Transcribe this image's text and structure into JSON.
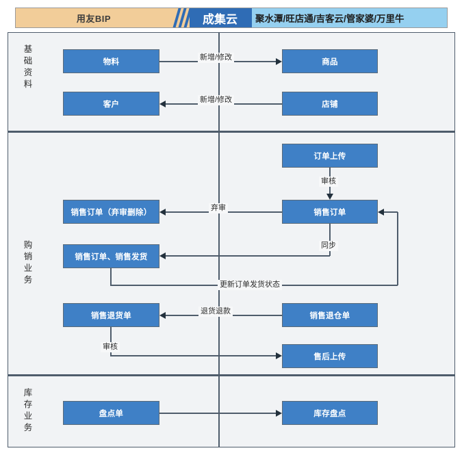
{
  "header": {
    "left_label": "用友BIP",
    "logo_text": "成集云",
    "logo_icon": "three-slash-bars-icon",
    "right_label": "聚水潭/旺店通/吉客云/管家婆/万里牛"
  },
  "colors": {
    "node_fill": "#3f80c6",
    "node_border": "#5a6a78",
    "header_left_bg": "#f2cd99",
    "header_logo_bg": "#2f6cb5",
    "header_right_bg": "#95d0f0",
    "frame_border": "#4e5c6b",
    "canvas_bg": "#f1f3f5",
    "line": "#4e5c6b"
  },
  "lanes": [
    {
      "id": "basic-data",
      "label": "基础资料"
    },
    {
      "id": "sales-business",
      "label": "购销业务"
    },
    {
      "id": "inventory-business",
      "label": "库存业务"
    }
  ],
  "nodes": [
    {
      "id": "material",
      "label": "物料",
      "lane": "basic-data",
      "side": "left"
    },
    {
      "id": "product",
      "label": "商品",
      "lane": "basic-data",
      "side": "right"
    },
    {
      "id": "customer",
      "label": "客户",
      "lane": "basic-data",
      "side": "left"
    },
    {
      "id": "shop",
      "label": "店铺",
      "lane": "basic-data",
      "side": "right"
    },
    {
      "id": "order-upload",
      "label": "订单上传",
      "lane": "sales-business",
      "side": "right"
    },
    {
      "id": "sales-order-void",
      "label": "销售订单（弃审删除）",
      "lane": "sales-business",
      "side": "left"
    },
    {
      "id": "sales-order",
      "label": "销售订单",
      "lane": "sales-business",
      "side": "right"
    },
    {
      "id": "order-delivery",
      "label": "销售订单、销售发货",
      "lane": "sales-business",
      "side": "left"
    },
    {
      "id": "sales-return",
      "label": "销售退货单",
      "lane": "sales-business",
      "side": "left"
    },
    {
      "id": "sales-return-wh",
      "label": "销售退仓单",
      "lane": "sales-business",
      "side": "right"
    },
    {
      "id": "aftersale-upload",
      "label": "售后上传",
      "lane": "sales-business",
      "side": "right"
    },
    {
      "id": "stocktake-doc",
      "label": "盘点单",
      "lane": "inventory-business",
      "side": "left"
    },
    {
      "id": "inventory-count",
      "label": "库存盘点",
      "lane": "inventory-business",
      "side": "right"
    }
  ],
  "edges": [
    {
      "id": "e1",
      "from": "material",
      "to": "product",
      "label": "新增/修改",
      "direction": "right"
    },
    {
      "id": "e2",
      "from": "shop",
      "to": "customer",
      "label": "新增/修改",
      "direction": "left"
    },
    {
      "id": "e3",
      "from": "order-upload",
      "to": "sales-order",
      "label": "审核",
      "direction": "down"
    },
    {
      "id": "e4",
      "from": "sales-order",
      "to": "sales-order-void",
      "label": "弃审",
      "direction": "left"
    },
    {
      "id": "e5",
      "from": "sales-order",
      "to": "order-delivery",
      "label": "同步",
      "direction": "left"
    },
    {
      "id": "e6",
      "from": "order-delivery",
      "to": "sales-order",
      "label": "更新订单发货状态",
      "direction": "right"
    },
    {
      "id": "e7",
      "from": "sales-return-wh",
      "to": "sales-return",
      "label": "退货退款",
      "direction": "left"
    },
    {
      "id": "e8",
      "from": "sales-return",
      "to": "aftersale-upload",
      "label": "审核",
      "direction": "right"
    },
    {
      "id": "e9",
      "from": "stocktake-doc",
      "to": "inventory-count",
      "label": "",
      "direction": "right"
    }
  ]
}
